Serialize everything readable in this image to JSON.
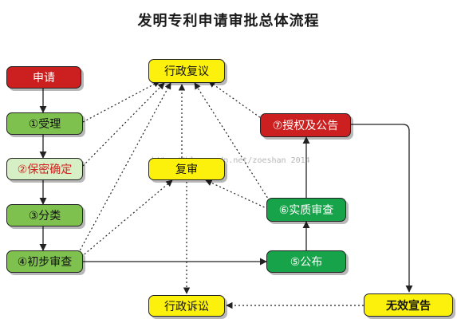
{
  "title": "发明专利申请审批总体流程",
  "watermark": "http://blog.csdn.net/zoeshan 2014",
  "colors": {
    "red": "#cc1f1f",
    "green": "#7fc14f",
    "pale_green": "#d7efc4",
    "yellow": "#fbf10d",
    "dark_green": "#16a34a"
  },
  "nodes": {
    "apply": "申请",
    "accept": "①受理",
    "secrecy": "②保密确定",
    "classify": "③分类",
    "prelim": "④初步审查",
    "publish": "⑤公布",
    "substantive": "⑥实质审查",
    "grant": "⑦授权及公告",
    "admin_review": "行政复议",
    "reexam": "复审",
    "admin_lawsuit": "行政诉讼",
    "invalidation": "无效宣告"
  }
}
